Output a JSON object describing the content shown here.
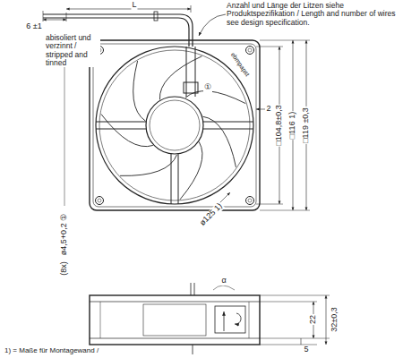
{
  "diagram": {
    "labels": [
      "Anzahl und Länge der Litzen siehe Produktspezifikation / Length and number of wires see design specification.",
      "6 ±1",
      "L",
      "abisoliert und verzinnt / stripped and tinned",
      "ebmpapst",
      "①",
      "2",
      "□104,8±0,3",
      "□116 1)",
      "□119 ±0,3",
      "ø125 1)",
      "ø4,5+0,2 ①",
      "(8x)",
      "α",
      "22",
      "32±0,3",
      "5",
      "1) = Maße für Montagewand /"
    ]
  }
}
